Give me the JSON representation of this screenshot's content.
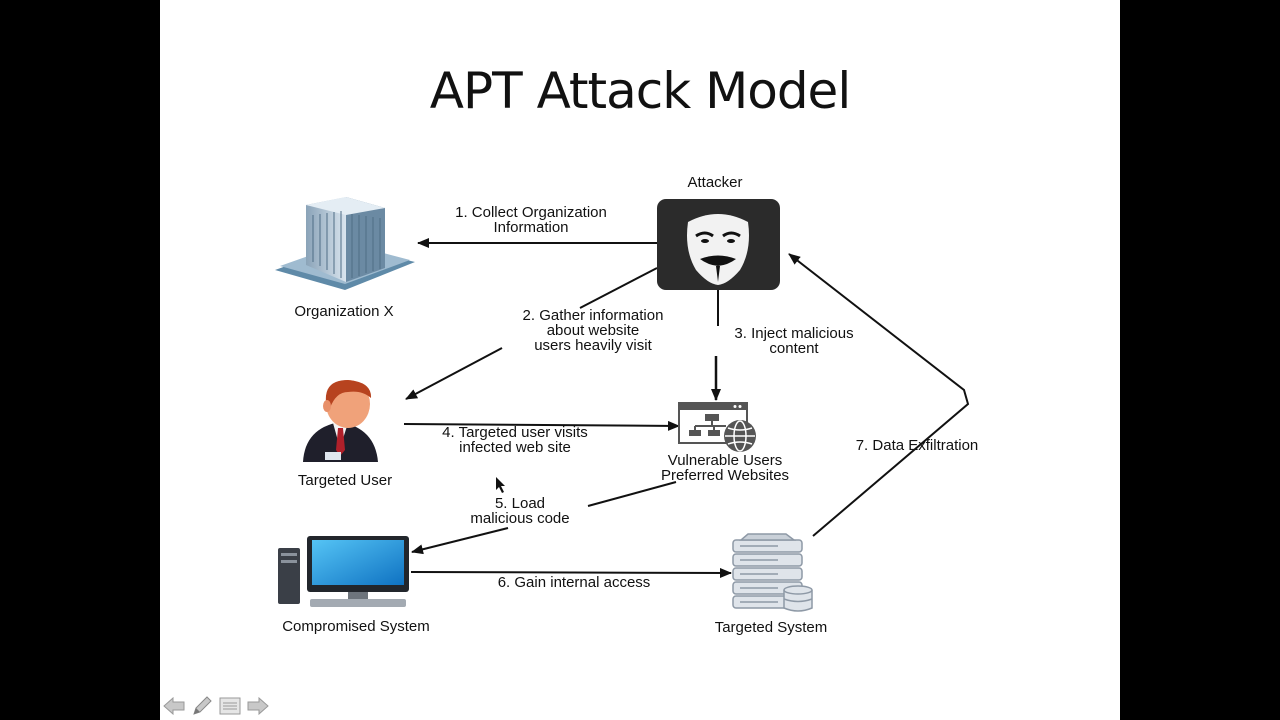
{
  "slide": {
    "title": "APT Attack Model"
  },
  "nodes": {
    "attacker": "Attacker",
    "organization": "Organization X",
    "targeted_user": "Targeted User",
    "websites": [
      "Vulnerable Users",
      "Preferred Websites"
    ],
    "compromised_system": "Compromised System",
    "targeted_system": "Targeted System"
  },
  "steps": {
    "step1": [
      "1. Collect Organization",
      "Information"
    ],
    "step2": [
      "2. Gather information",
      "about website",
      "users heavily visit"
    ],
    "step3": [
      "3. Inject malicious",
      "content"
    ],
    "step4": [
      "4. Targeted user visits",
      "infected web site"
    ],
    "step5": [
      "5. Load",
      "malicious code"
    ],
    "step6": "6. Gain internal access",
    "step7": "7. Data Exfiltration"
  },
  "icons": {
    "attacker": "guy-fawkes-mask-icon",
    "organization": "office-building-icon",
    "targeted_user": "businessman-icon",
    "websites": "website-sitemap-globe-icon",
    "compromised_system": "desktop-computer-icon",
    "targeted_system": "server-database-icon"
  },
  "colors": {
    "arrow": "#111111",
    "mask_bg": "#2b2b2b",
    "screen": "#1e9be0"
  },
  "nav": {
    "buttons": [
      "previous-slide",
      "pen-tool",
      "slide-menu",
      "next-slide"
    ]
  }
}
